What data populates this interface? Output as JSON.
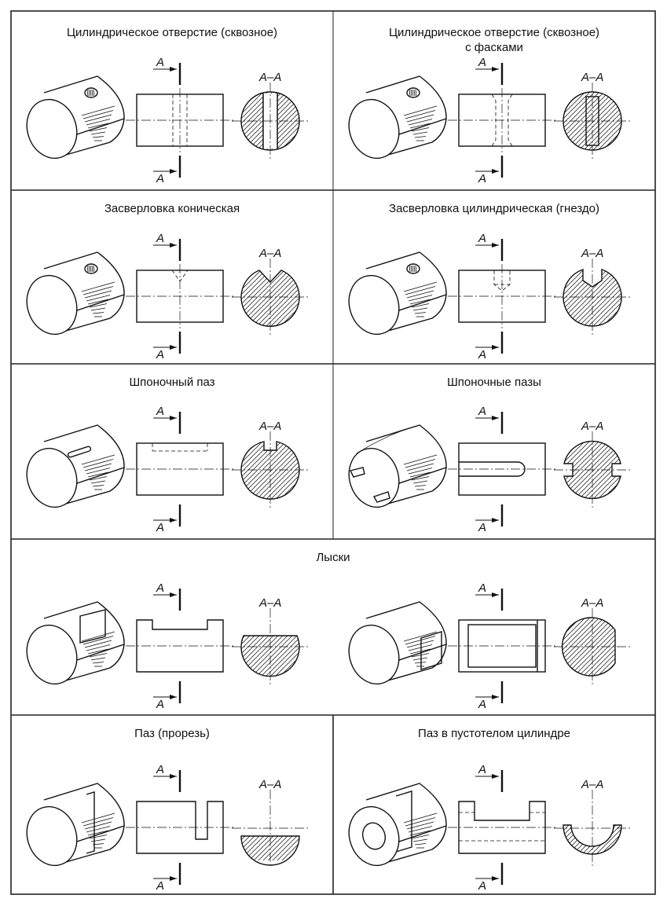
{
  "cells": [
    {
      "id": "c1",
      "title_line1": "Цилиндрическое отверстие (сквозное)",
      "title_line2": "",
      "variant": "through"
    },
    {
      "id": "c2",
      "title_line1": "Цилиндрическое отверстие (сквозное)",
      "title_line2": "с фасками",
      "variant": "chamfer"
    },
    {
      "id": "c3",
      "title_line1": "Засверловка коническая",
      "title_line2": "",
      "variant": "cone"
    },
    {
      "id": "c4",
      "title_line1": "Засверловка цилиндрическая (гнездо)",
      "title_line2": "",
      "variant": "nest"
    },
    {
      "id": "c5",
      "title_line1": "Шпоночный паз",
      "title_line2": "",
      "variant": "keyway"
    },
    {
      "id": "c6",
      "title_line1": "Шпоночные пазы",
      "title_line2": "",
      "variant": "keyways"
    },
    {
      "id": "c7",
      "title_line1": "Лыски",
      "title_line2": "",
      "variant": "flats"
    },
    {
      "id": "c8",
      "title_line1": "Паз (прорезь)",
      "title_line2": "",
      "variant": "slot"
    },
    {
      "id": "c9",
      "title_line1": "Паз в пустотелом цилиндре",
      "title_line2": "",
      "variant": "hollow"
    }
  ],
  "labels": {
    "cut_letter": "А",
    "section_label": "А–А"
  }
}
